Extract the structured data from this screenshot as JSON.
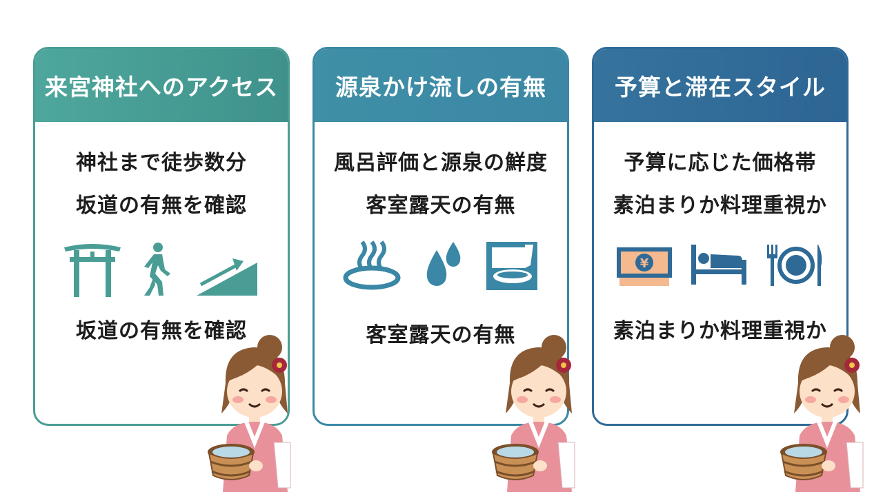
{
  "cards": [
    {
      "title": "来宮神社へのアクセス",
      "line1": "神社まで徒歩数分",
      "line2": "坂道の有無を確認",
      "line3": "坂道の有無を確認",
      "icons": [
        "torii-gate-icon",
        "walking-person-icon",
        "uphill-slope-icon"
      ],
      "color": "#4a9d94"
    },
    {
      "title": "源泉かけ流しの有無",
      "line1": "風呂評価と源泉の鮮度",
      "line2": "客室露天の有無",
      "line3": "客室露天の有無",
      "icons": [
        "hot-spring-icon",
        "water-drops-icon",
        "private-bath-icon"
      ],
      "color": "#3a87a6"
    },
    {
      "title": "予算と滞在スタイル",
      "line1": "予算に応じた価格帯",
      "line2": "素泊まりか料理重視か",
      "line3": "素泊まりか料理重視か",
      "icons": [
        "yen-banknote-icon",
        "bed-icon",
        "plate-cutlery-icon"
      ],
      "color": "#2f6a97"
    }
  ],
  "mascot": {
    "name": "onsen-girl-illustration"
  }
}
